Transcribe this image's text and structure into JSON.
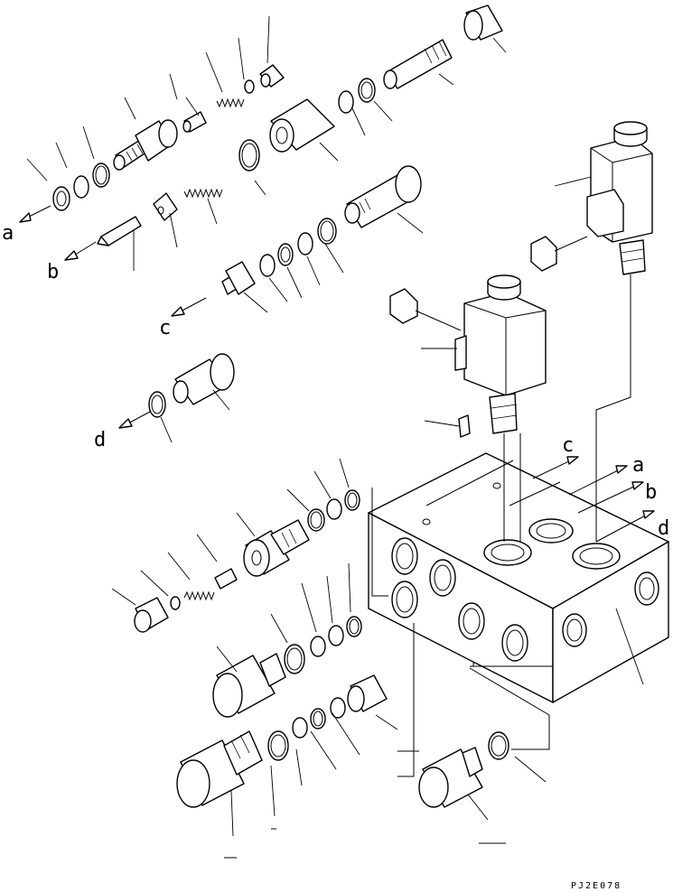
{
  "diagram": {
    "port_labels": [
      "a",
      "b",
      "c",
      "d"
    ],
    "drawing_code": "PJ2E078"
  }
}
